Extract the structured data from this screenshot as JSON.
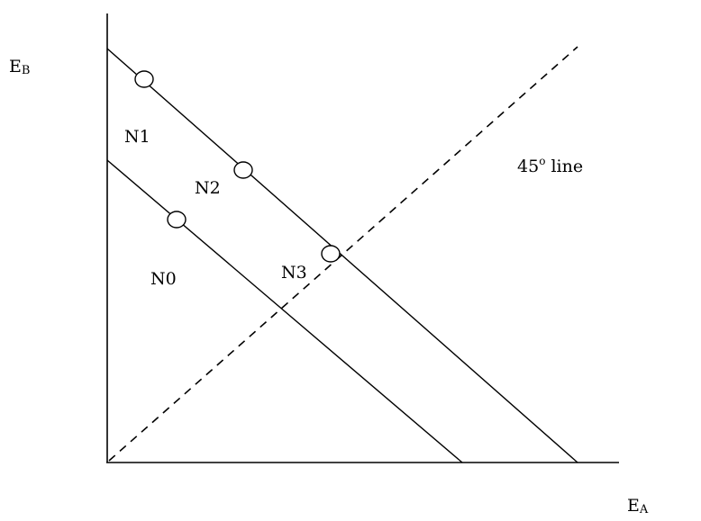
{
  "axes": {
    "y_label": {
      "main": "E",
      "sub": "B"
    },
    "x_label": {
      "main": "E",
      "sub": "A"
    }
  },
  "guide_line": {
    "label_main": "45",
    "label_sup": "o",
    "label_rest": " line"
  },
  "regions": [
    "N1",
    "N2",
    "N0",
    "N3"
  ],
  "colors": {
    "ink": "#000000",
    "background": "#ffffff"
  }
}
